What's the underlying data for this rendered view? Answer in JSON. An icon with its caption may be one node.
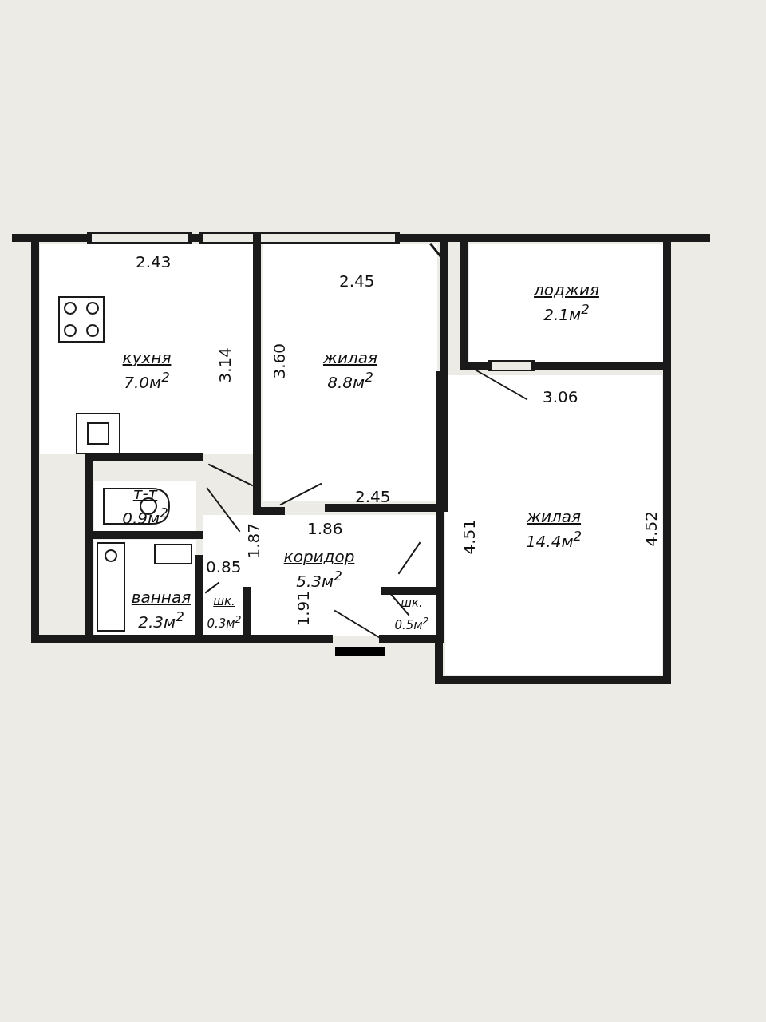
{
  "diagram": {
    "nodes": [
      {
        "text": [
          "кухня",
          "7.0м$^{2}$"
        ]
      },
      {
        "text": [
          "жилая",
          "8.8м$^{2}$"
        ]
      },
      {
        "text": [
          "лоджия",
          "2.1м$^{2}$"
        ]
      },
      {
        "text": [
          "т-т",
          "0.9м$^{2}$"
        ]
      },
      {
        "text": [
          "жилая",
          "14.4м$^{2}$"
        ]
      },
      {
        "text": [
          "ванная",
          "2.3м$^{2}$"
        ]
      },
      {
        "text": [
          "коридор",
          "5.3м$^{2}$"
        ]
      },
      {
        "text": [
          "шк.",
          "0.3м$^{2}$"
        ],
        "in": 6
      },
      {
        "text": [
          "шк.",
          "0.5м$^{2}$"
        ],
        "in": 6
      }
    ],
    "labels": [
      "2.43",
      "2.45",
      "3.14",
      "3.60",
      "3.06",
      "2.45",
      "1.86",
      "1.87",
      "4.51",
      "4.52",
      "0.85",
      "1.91"
    ]
  }
}
